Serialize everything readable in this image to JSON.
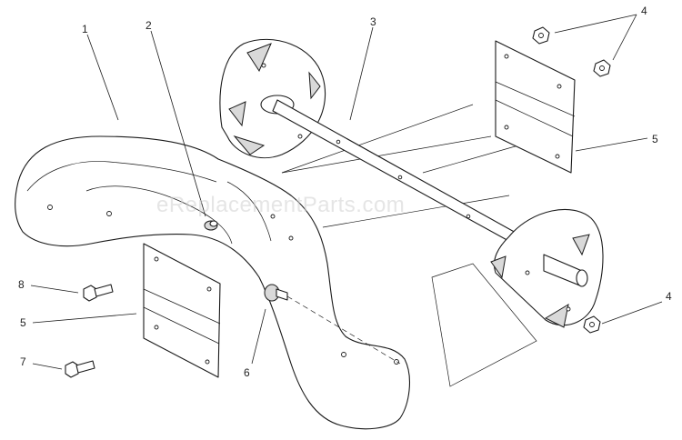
{
  "watermark": "eReplacementParts.com",
  "callouts": {
    "c1": "1",
    "c2": "2",
    "c3": "3",
    "c4a": "4",
    "c4b": "4",
    "c5a": "5",
    "c5b": "5",
    "c6": "6",
    "c7": "7",
    "c8": "8"
  }
}
